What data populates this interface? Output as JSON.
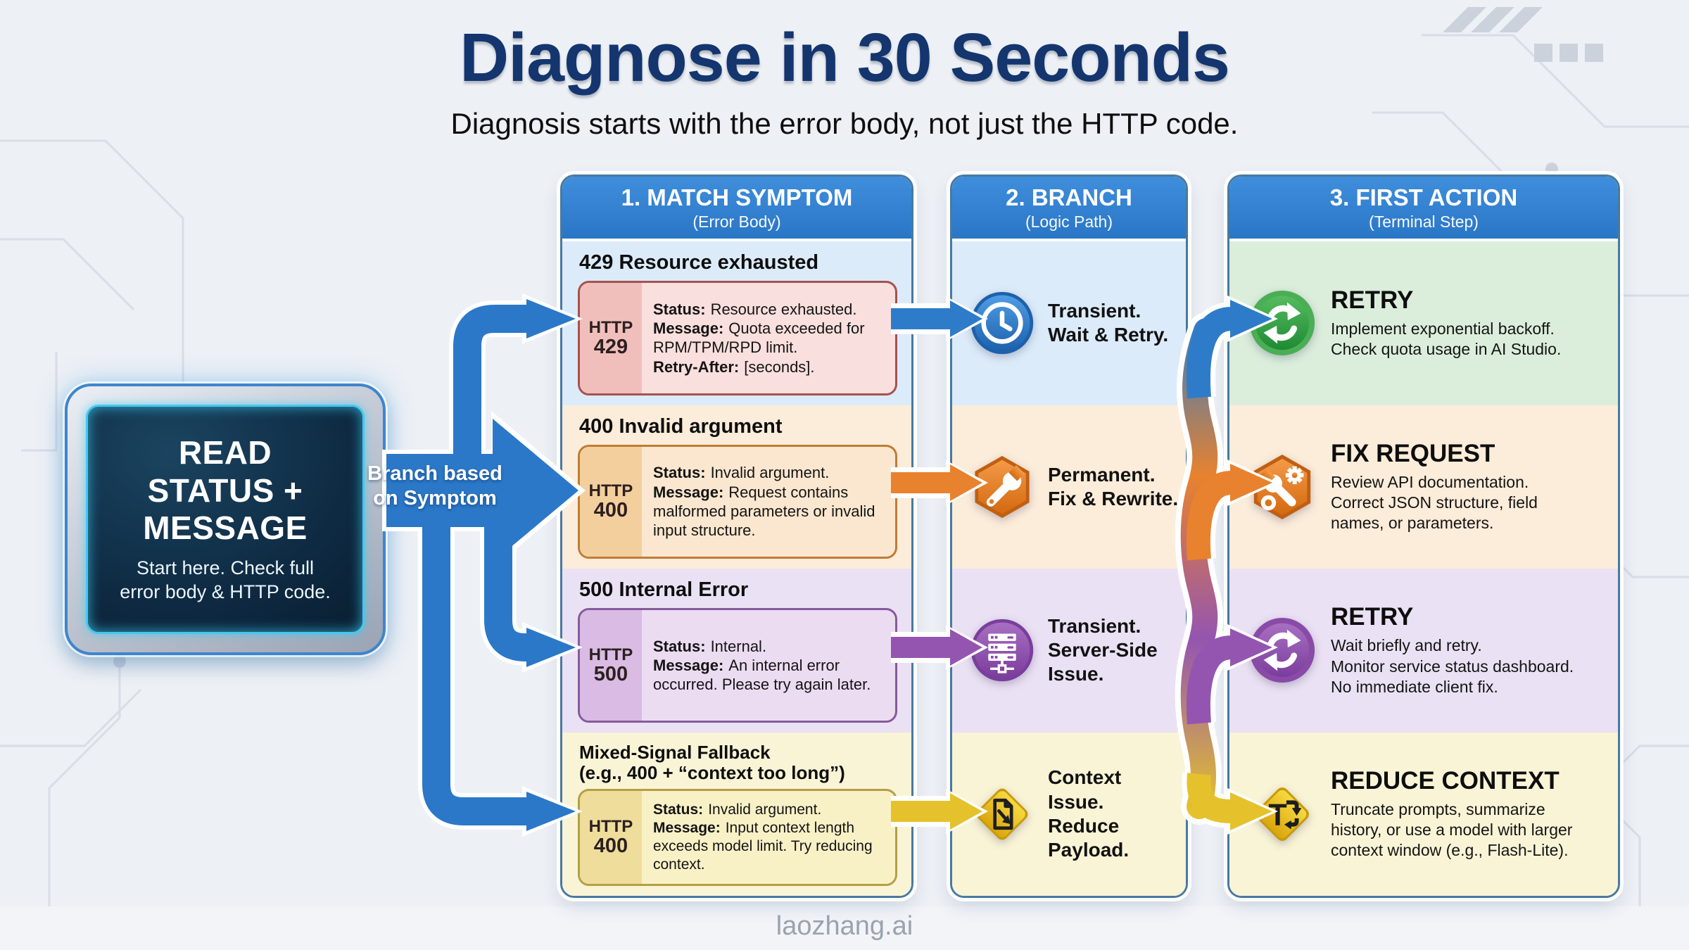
{
  "page": {
    "title": "Diagnose in 30 Seconds",
    "subtitle": "Diagnosis starts with the error body, not just the HTTP code.",
    "watermark": "laozhang.ai",
    "colors": {
      "header_blue": "#2e7fd0",
      "row_blue": "#2e7cc9",
      "row_orange": "#e8822e",
      "row_purple": "#9455b0",
      "row_yellow": "#e5c22c",
      "action_green": "#3ea04c",
      "title_navy": "#14356e"
    }
  },
  "start_node": {
    "title": "READ\nSTATUS +\nMESSAGE",
    "subtitle": "Start here. Check full\nerror body & HTTP code."
  },
  "branch_arrow_label": "Branch based\non Symptom",
  "columns": [
    {
      "title": "1. MATCH SYMPTOM",
      "subtitle": "(Error Body)"
    },
    {
      "title": "2. BRANCH",
      "subtitle": "(Logic Path)"
    },
    {
      "title": "3. FIRST ACTION",
      "subtitle": "(Terminal Step)"
    }
  ],
  "rows": [
    {
      "symptom": {
        "heading": "429 Resource exhausted",
        "http_label": "HTTP",
        "http_code": "429",
        "fields": [
          {
            "label": "Status:",
            "text": "Resource exhausted."
          },
          {
            "label": "Message:",
            "text": "Quota exceeded for RPM/TPM/RPD limit."
          },
          {
            "label": "Retry-After:",
            "text": "[seconds]."
          }
        ]
      },
      "branch": {
        "icon": "clock-icon",
        "label": "Transient.\nWait & Retry."
      },
      "action": {
        "icon": "retry-refresh-icon",
        "title": "RETRY",
        "desc": "Implement exponential backoff.\nCheck quota usage in AI Studio."
      }
    },
    {
      "symptom": {
        "heading": "400 Invalid argument",
        "http_label": "HTTP",
        "http_code": "400",
        "fields": [
          {
            "label": "Status:",
            "text": "Invalid argument."
          },
          {
            "label": "Message:",
            "text": "Request contains malformed parameters or invalid input structure."
          }
        ]
      },
      "branch": {
        "icon": "wrench-icon",
        "label": "Permanent.\nFix & Rewrite."
      },
      "action": {
        "icon": "fix-tools-icon",
        "title": "FIX REQUEST",
        "desc": "Review API documentation.\nCorrect JSON structure, field\nnames, or parameters."
      }
    },
    {
      "symptom": {
        "heading": "500 Internal Error",
        "http_label": "HTTP",
        "http_code": "500",
        "fields": [
          {
            "label": "Status:",
            "text": "Internal."
          },
          {
            "label": "Message:",
            "text": "An internal error occurred. Please try again later."
          }
        ]
      },
      "branch": {
        "icon": "server-icon",
        "label": "Transient.\nServer-Side\nIssue."
      },
      "action": {
        "icon": "retry-refresh-icon",
        "title": "RETRY",
        "desc": "Wait briefly and retry.\nMonitor service status dashboard.\nNo immediate client fix."
      }
    },
    {
      "symptom": {
        "heading": "Mixed-Signal Fallback\n(e.g., 400 + “context too long”)",
        "http_label": "HTTP",
        "http_code": "400",
        "fields": [
          {
            "label": "Status:",
            "text": "Invalid argument."
          },
          {
            "label": "Message:",
            "text": "Input context length exceeds model limit. Try reducing context."
          }
        ]
      },
      "branch": {
        "icon": "reduce-doc-icon",
        "label": "Context Issue.\nReduce\nPayload."
      },
      "action": {
        "icon": "reduce-context-icon",
        "title": "REDUCE CONTEXT",
        "desc": "Truncate prompts, summarize\nhistory, or use a model with larger\ncontext window (e.g., Flash-Lite)."
      }
    }
  ]
}
